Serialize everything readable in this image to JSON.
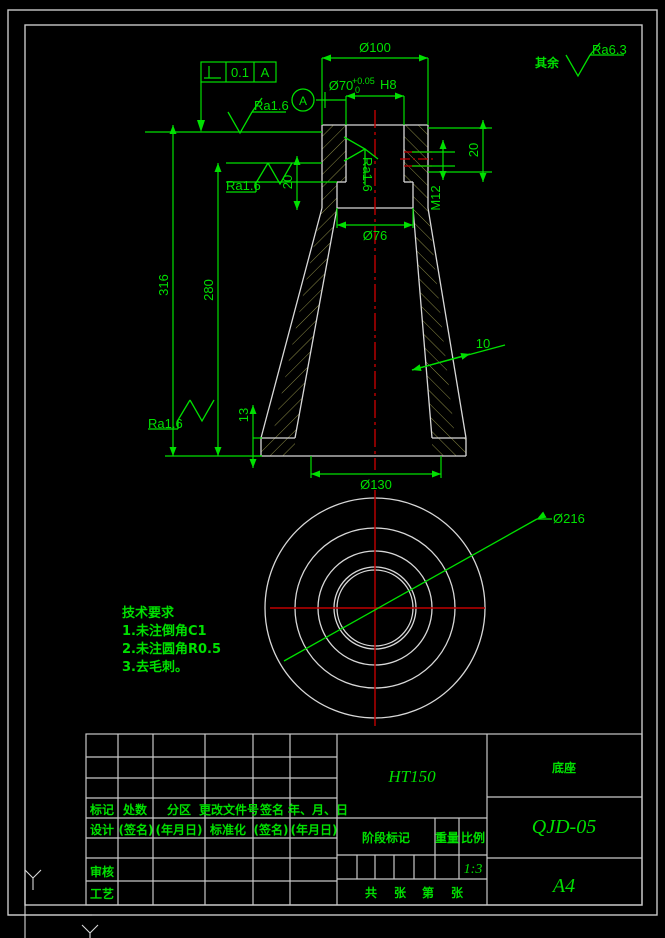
{
  "drawing": {
    "title_part_name": "底座",
    "drawing_number": "QJD-05",
    "sheet_size": "A4",
    "material": "HT150",
    "scale_value": "1:3",
    "general_surface_note_label": "其余",
    "general_surface_roughness": "Ra6.3"
  },
  "tech_requirements": {
    "heading": "技术要求",
    "items": [
      "1.未注倒角C1",
      "2.未注圆角R0.5",
      "3.去毛刺。"
    ]
  },
  "dimensions": {
    "dia_100": "Ø100",
    "dia_70": "Ø70",
    "tol_upper": "+0.05",
    "tol_lower": "0",
    "fit_class": "H8",
    "dia_76": "Ø76",
    "dia_130": "Ø130",
    "dia_216": "Ø216",
    "len_316": "316",
    "len_280": "280",
    "len_20_left": "20",
    "len_20_right": "20",
    "len_13": "13",
    "len_10": "10",
    "thread_m12": "M12"
  },
  "annotations": {
    "gdt_symbol": "⊥",
    "gdt_tolerance": "0.1",
    "gdt_datum": "A",
    "datum_label": "A",
    "ra16_a": "Ra1.6",
    "ra16_b": "Ra1.6",
    "ra16_c": "Ra1.6",
    "ra16_d": "Ra1.6"
  },
  "title_block": {
    "revision_header": [
      "标记",
      "处数",
      "分区",
      "更改文件号",
      "签名",
      "年、月、日"
    ],
    "role_row": [
      "设计",
      "(签名)",
      "(年月日)",
      "标准化",
      "(签名)",
      "(年月日)"
    ],
    "roles_left": [
      "",
      "审核",
      "工艺"
    ],
    "stage_mark_label": "阶段标记",
    "weight_label": "重量",
    "scale_label": "比例",
    "sheet_text": [
      "共",
      "张",
      "第",
      "张"
    ]
  },
  "colors": {
    "background": "#000000",
    "green": "#00e000",
    "white": "#d8d8d8",
    "red": "#c00000",
    "hatch": "#8a8a45"
  }
}
